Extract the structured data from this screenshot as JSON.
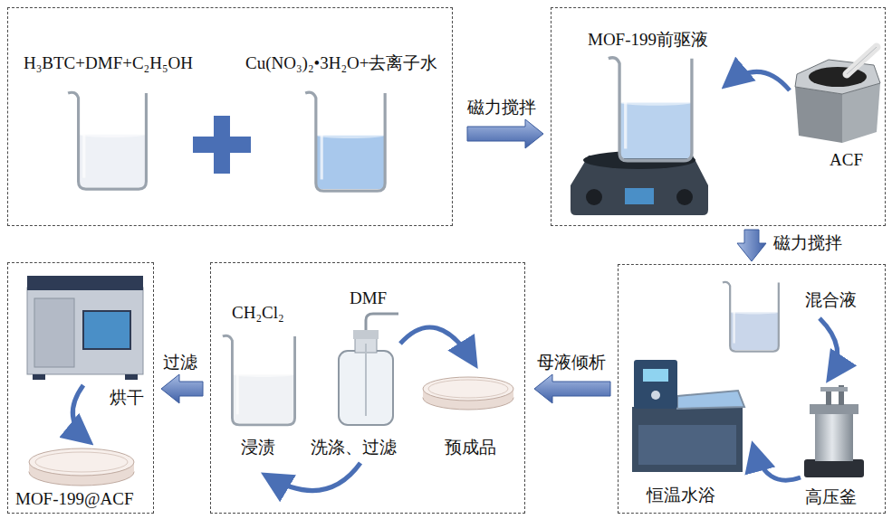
{
  "diagram": {
    "nodes": [
      {
        "text": [
          "H₃BTC+DMF+C₂H₅OH",
          "Cu(NO₃)₂•3H₂O+去离子水"
        ]
      },
      {
        "text": [
          "MOF-199前驱液",
          "ACF"
        ]
      },
      {
        "text": [
          "混合液",
          "恒温水浴",
          "高压釜"
        ]
      },
      {
        "text": [
          "CH₂Cl₂",
          "DMF",
          "浸渍",
          "洗涤、过滤",
          "预成品"
        ]
      },
      {
        "text": [
          "烘干",
          "MOF-199@ACF"
        ]
      }
    ],
    "edges": [
      {
        "from": 0,
        "to": 1,
        "arrow": "to",
        "label": "磁力搅拌"
      },
      {
        "from": 1,
        "to": 2,
        "arrow": "to",
        "label": "磁力搅拌"
      },
      {
        "from": 2,
        "to": 3,
        "arrow": "to",
        "label": "母液倾析"
      },
      {
        "from": 3,
        "to": 4,
        "arrow": "to",
        "label": "过滤"
      }
    ]
  }
}
